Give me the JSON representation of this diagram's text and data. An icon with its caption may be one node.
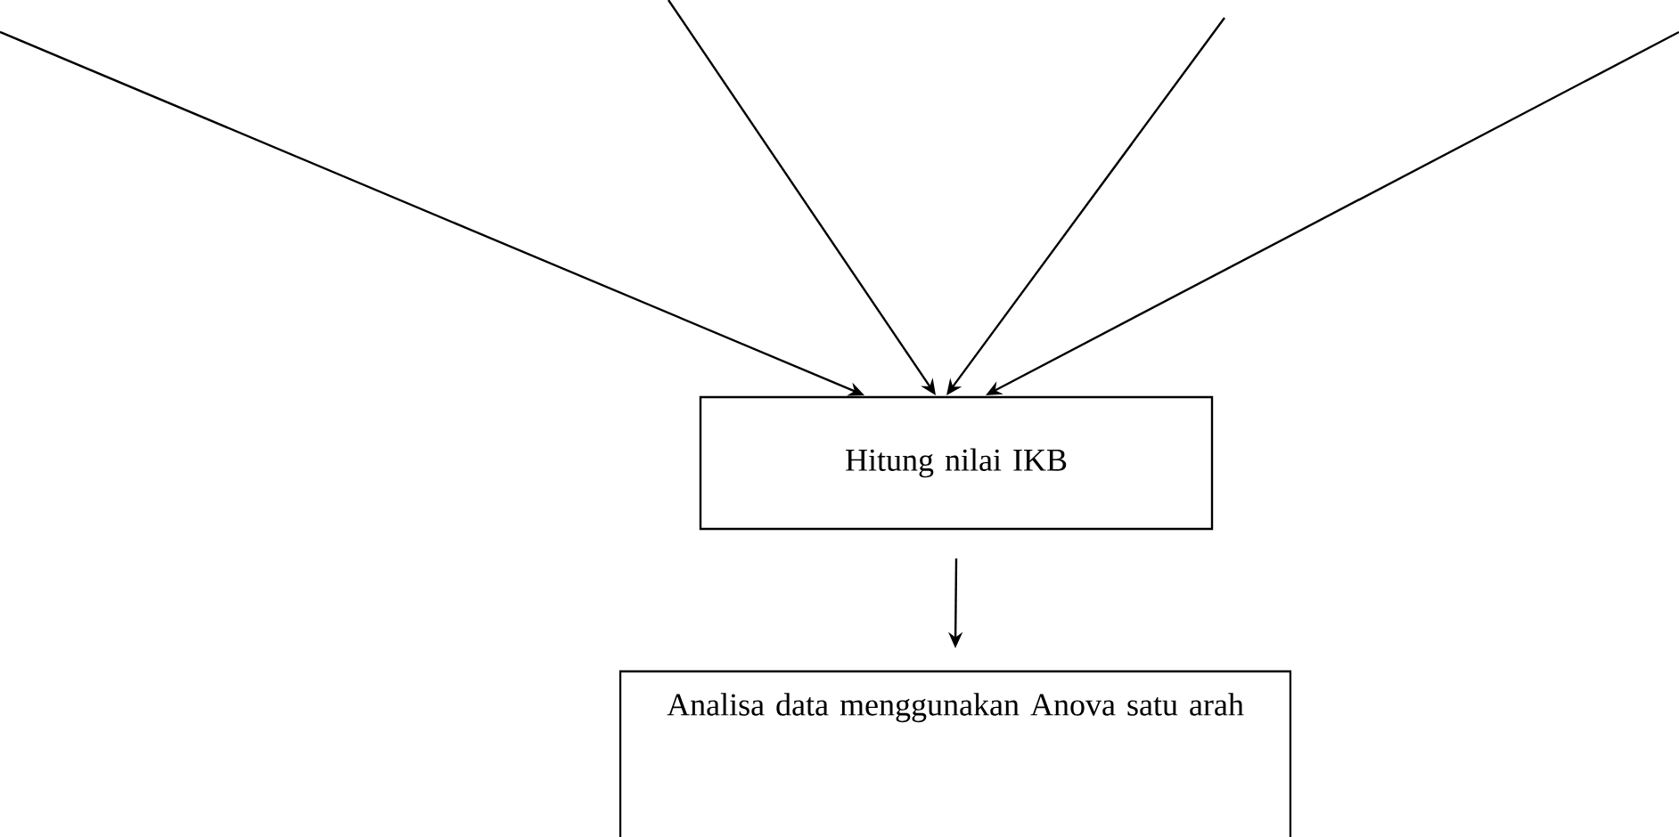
{
  "diagram": {
    "nodes": [
      {
        "text": [
          "Hitung nilai IKB"
        ]
      },
      {
        "text": [
          "Analisa data menggunakan Anova satu arah"
        ]
      }
    ],
    "edges": [
      {
        "from": null,
        "to": 0,
        "arrow": "to"
      },
      {
        "from": null,
        "to": 0,
        "arrow": "to"
      },
      {
        "from": null,
        "to": 0,
        "arrow": "to"
      },
      {
        "from": null,
        "to": 0,
        "arrow": "to"
      },
      {
        "from": 0,
        "to": 1,
        "arrow": "to"
      }
    ]
  }
}
